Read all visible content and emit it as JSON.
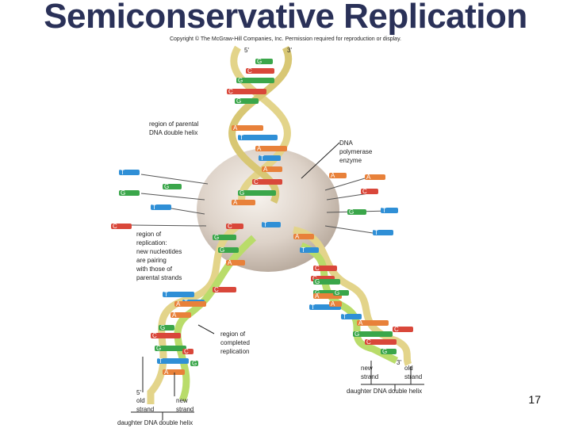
{
  "title": "Semiconservative Replication",
  "copyright": "Copyright © The McGraw-Hill Companies, Inc. Permission required for reproduction or display.",
  "labels": {
    "top_5prime": "5'",
    "top_3prime": "3'",
    "parental_helix": "region of parental\nDNA double helix",
    "polymerase": "DNA\npolymerase\nenzyme",
    "replication_region": "region of\nreplication:\nnew nucleotides\nare pairing\nwith those of\nparental strands",
    "completed_region": "region of\ncompleted\nreplication",
    "left_5prime": "5'",
    "left_old_strand": "old\nstrand",
    "left_new_strand": "new\nstrand",
    "left_daughter": "daughter DNA double helix",
    "right_3prime": "3'",
    "right_new_strand": "new\nstrand",
    "right_old_strand": "old\nstrand",
    "right_daughter": "daughter DNA double helix"
  },
  "colors": {
    "title": "#2a3158",
    "A": "#e8813a",
    "T": "#2f8fd6",
    "G": "#3aa64a",
    "C": "#d9473a",
    "backbone_old": "#e3d48a",
    "backbone_new": "#b9dc6a",
    "enzyme": "#d9cfc6"
  },
  "bases": {
    "top": [
      "G",
      "C",
      "G",
      "C",
      "G",
      "A",
      "T",
      "A",
      "T",
      "A",
      "C",
      "G",
      "A",
      "T",
      "A"
    ],
    "free": [
      "T",
      "G",
      "G",
      "T",
      "C",
      "A",
      "A",
      "C",
      "G",
      "T",
      "T"
    ],
    "fork": [
      "C",
      "G",
      "G",
      "A",
      "T",
      "A",
      "T",
      "C",
      "G",
      "C",
      "T"
    ],
    "left": [
      "T",
      "A",
      "A",
      "C",
      "G",
      "T",
      "A",
      "G",
      "C",
      "G"
    ],
    "right": [
      "C",
      "G",
      "A",
      "T",
      "T",
      "A",
      "G",
      "C",
      "G",
      "C",
      "G",
      "A"
    ]
  },
  "page_number": "17"
}
